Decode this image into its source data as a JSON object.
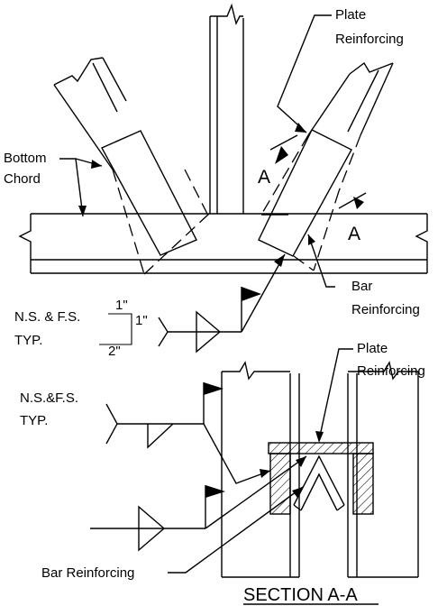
{
  "labels": {
    "plate_reinforcing_top_1": "Plate",
    "plate_reinforcing_top_2": "Reinforcing",
    "bottom_chord_1": "Bottom",
    "bottom_chord_2": "Chord",
    "section_mark_left": "A",
    "section_mark_right": "A",
    "bar_reinforcing_right_1": "Bar",
    "bar_reinforcing_right_2": "Reinforcing",
    "weld_note_1": "N.S. & F.S.",
    "weld_note_2": "TYP.",
    "dim_size_top": "1\"",
    "dim_size_side": "1\"",
    "dim_length": "2\"",
    "weld_note_section_1": "N.S.&F.S.",
    "weld_note_section_2": "TYP.",
    "plate_reinforcing_sec_1": "Plate",
    "plate_reinforcing_sec_2": "Reinforcing",
    "bar_reinforcing_sec": "Bar Reinforcing",
    "section_title": "SECTION A-A"
  },
  "colors": {
    "line": "#000000",
    "background": "#ffffff"
  }
}
